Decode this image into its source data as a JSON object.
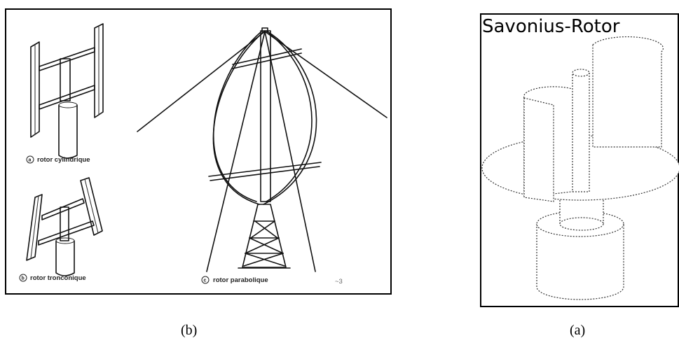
{
  "panel_b": {
    "labels": {
      "a_marker": "a",
      "a_text": "rotor cylindrique",
      "b_marker": "b",
      "b_text": "rotor tronconique",
      "c_marker": "c",
      "c_text": "rotor parabolique",
      "corner_mark": "~3"
    },
    "caption": "(b)"
  },
  "panel_a": {
    "title": "Savonius-Rotor",
    "caption": "(a)"
  }
}
